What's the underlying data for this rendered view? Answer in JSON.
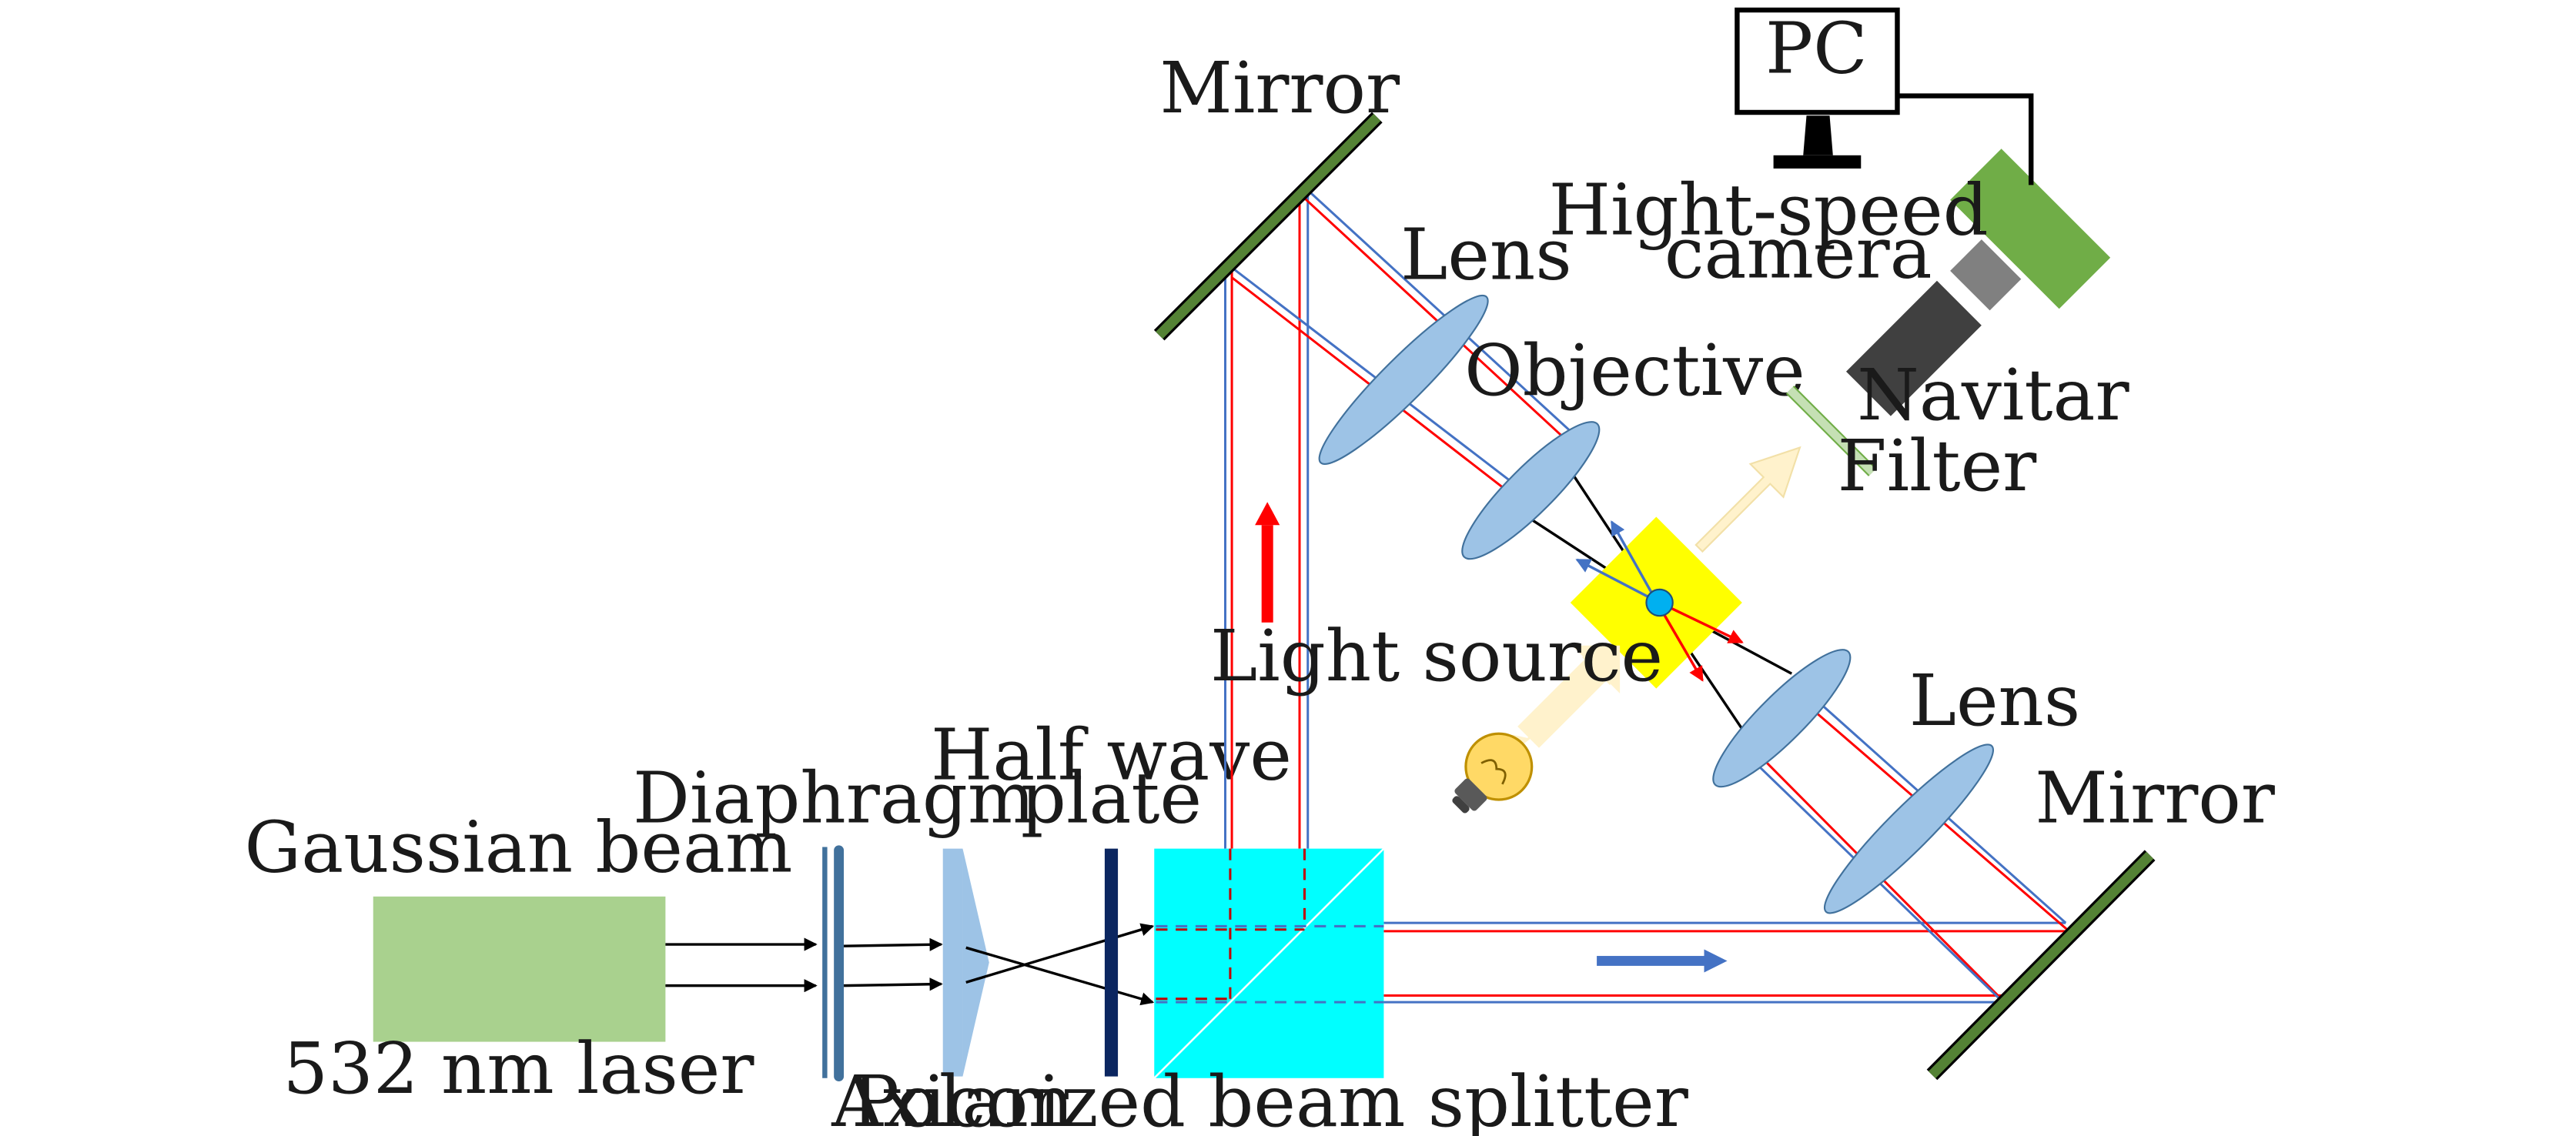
{
  "labels": {
    "gaussian_beam": "Gaussian beam",
    "laser": "532 nm laser",
    "diaphragm": "Diaphragm",
    "axicon": "Axicon",
    "half_wave_1": "Half wave",
    "half_wave_2": "plate",
    "pbs": "Polarized beam splitter",
    "mirror_top": "Mirror",
    "mirror_right": "Mirror",
    "lens_upper": "Lens",
    "lens_lower": "Lens",
    "objective": "Objective",
    "light_source": "Light source",
    "filter": "Filter",
    "navitar": "Navitar",
    "camera_1": "Hight-speed",
    "camera_2": "camera",
    "pc": "PC"
  },
  "colors": {
    "laser_body": "#a9d18e",
    "pbs_cube": "#00ffff",
    "mirror": "#548235",
    "lens": "#9dc3e6",
    "sample": "#ffff00",
    "particle": "#00b0f0",
    "beam_red": "#ff0000",
    "beam_blue": "#4472c4",
    "camera": "#70ad47",
    "navitar": "#404040",
    "adapter": "#808080",
    "filter": "#c5e0b4",
    "light_arrow": "#fff2cc",
    "bulb": "#ffd966",
    "half_wave_plate": "#0b2660",
    "diaphragm": "#41719c",
    "axicon": "#9dc3e6"
  },
  "icons": {
    "light_source": "light-bulb-icon",
    "pc": "monitor-icon"
  }
}
